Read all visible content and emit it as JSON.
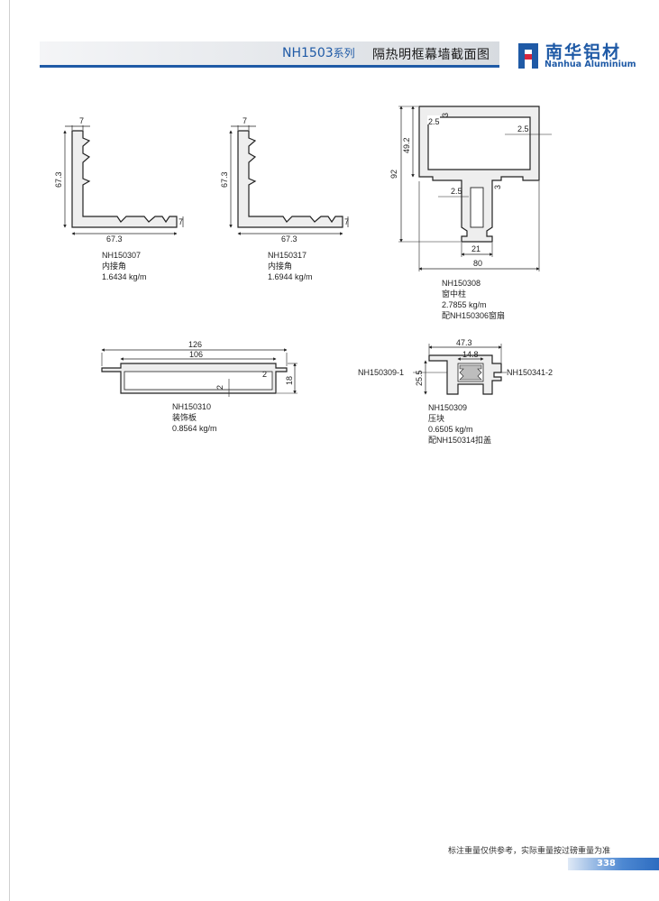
{
  "header": {
    "series_code": "NH1503",
    "series_suffix": "系列",
    "section_title": "隔热明框幕墙截面图",
    "brand_cn": "南华铝材",
    "brand_en": "Nanhua Aluminium",
    "brand_color": "#1f5aa6"
  },
  "profiles": [
    {
      "code": "NH150307",
      "name": "内接角",
      "weight": "1.6434 kg/m",
      "dims": {
        "top": "7",
        "side": "67.3",
        "bottom": "67.3",
        "right": "7"
      }
    },
    {
      "code": "NH150317",
      "name": "内接角",
      "weight": "1.6944 kg/m",
      "dims": {
        "top": "7",
        "side": "67.3",
        "bottom": "67.3",
        "right": "7"
      }
    },
    {
      "code": "NH150308",
      "name": "窗中柱",
      "weight": "2.7855 kg/m",
      "note": "配NH150306窗扇",
      "dims": {
        "wall_a": "2.5",
        "wall_b": "3",
        "wall_c": "2.5",
        "head": "49.2",
        "height": "92",
        "wall_d": "2.5",
        "wall_e": "3",
        "stem": "21",
        "width": "80"
      }
    },
    {
      "code": "NH150310",
      "name": "装饰板",
      "weight": "0.8564 kg/m",
      "dims": {
        "outer": "126",
        "inner": "106",
        "wall_r": "2",
        "wall_b": "2",
        "height": "18"
      }
    },
    {
      "code": "NH150309",
      "name": "压块",
      "weight": "0.6505 kg/m",
      "note": "配NH150314扣盖",
      "dims": {
        "width": "47.3",
        "inner": "14.8",
        "height": "25.5"
      },
      "callouts": {
        "left": "NH150309-1",
        "right": "NH150341-2"
      }
    }
  ],
  "footer": {
    "note": "标注重量仅供参考，实际重量按过磅重量为准",
    "page": "338"
  }
}
